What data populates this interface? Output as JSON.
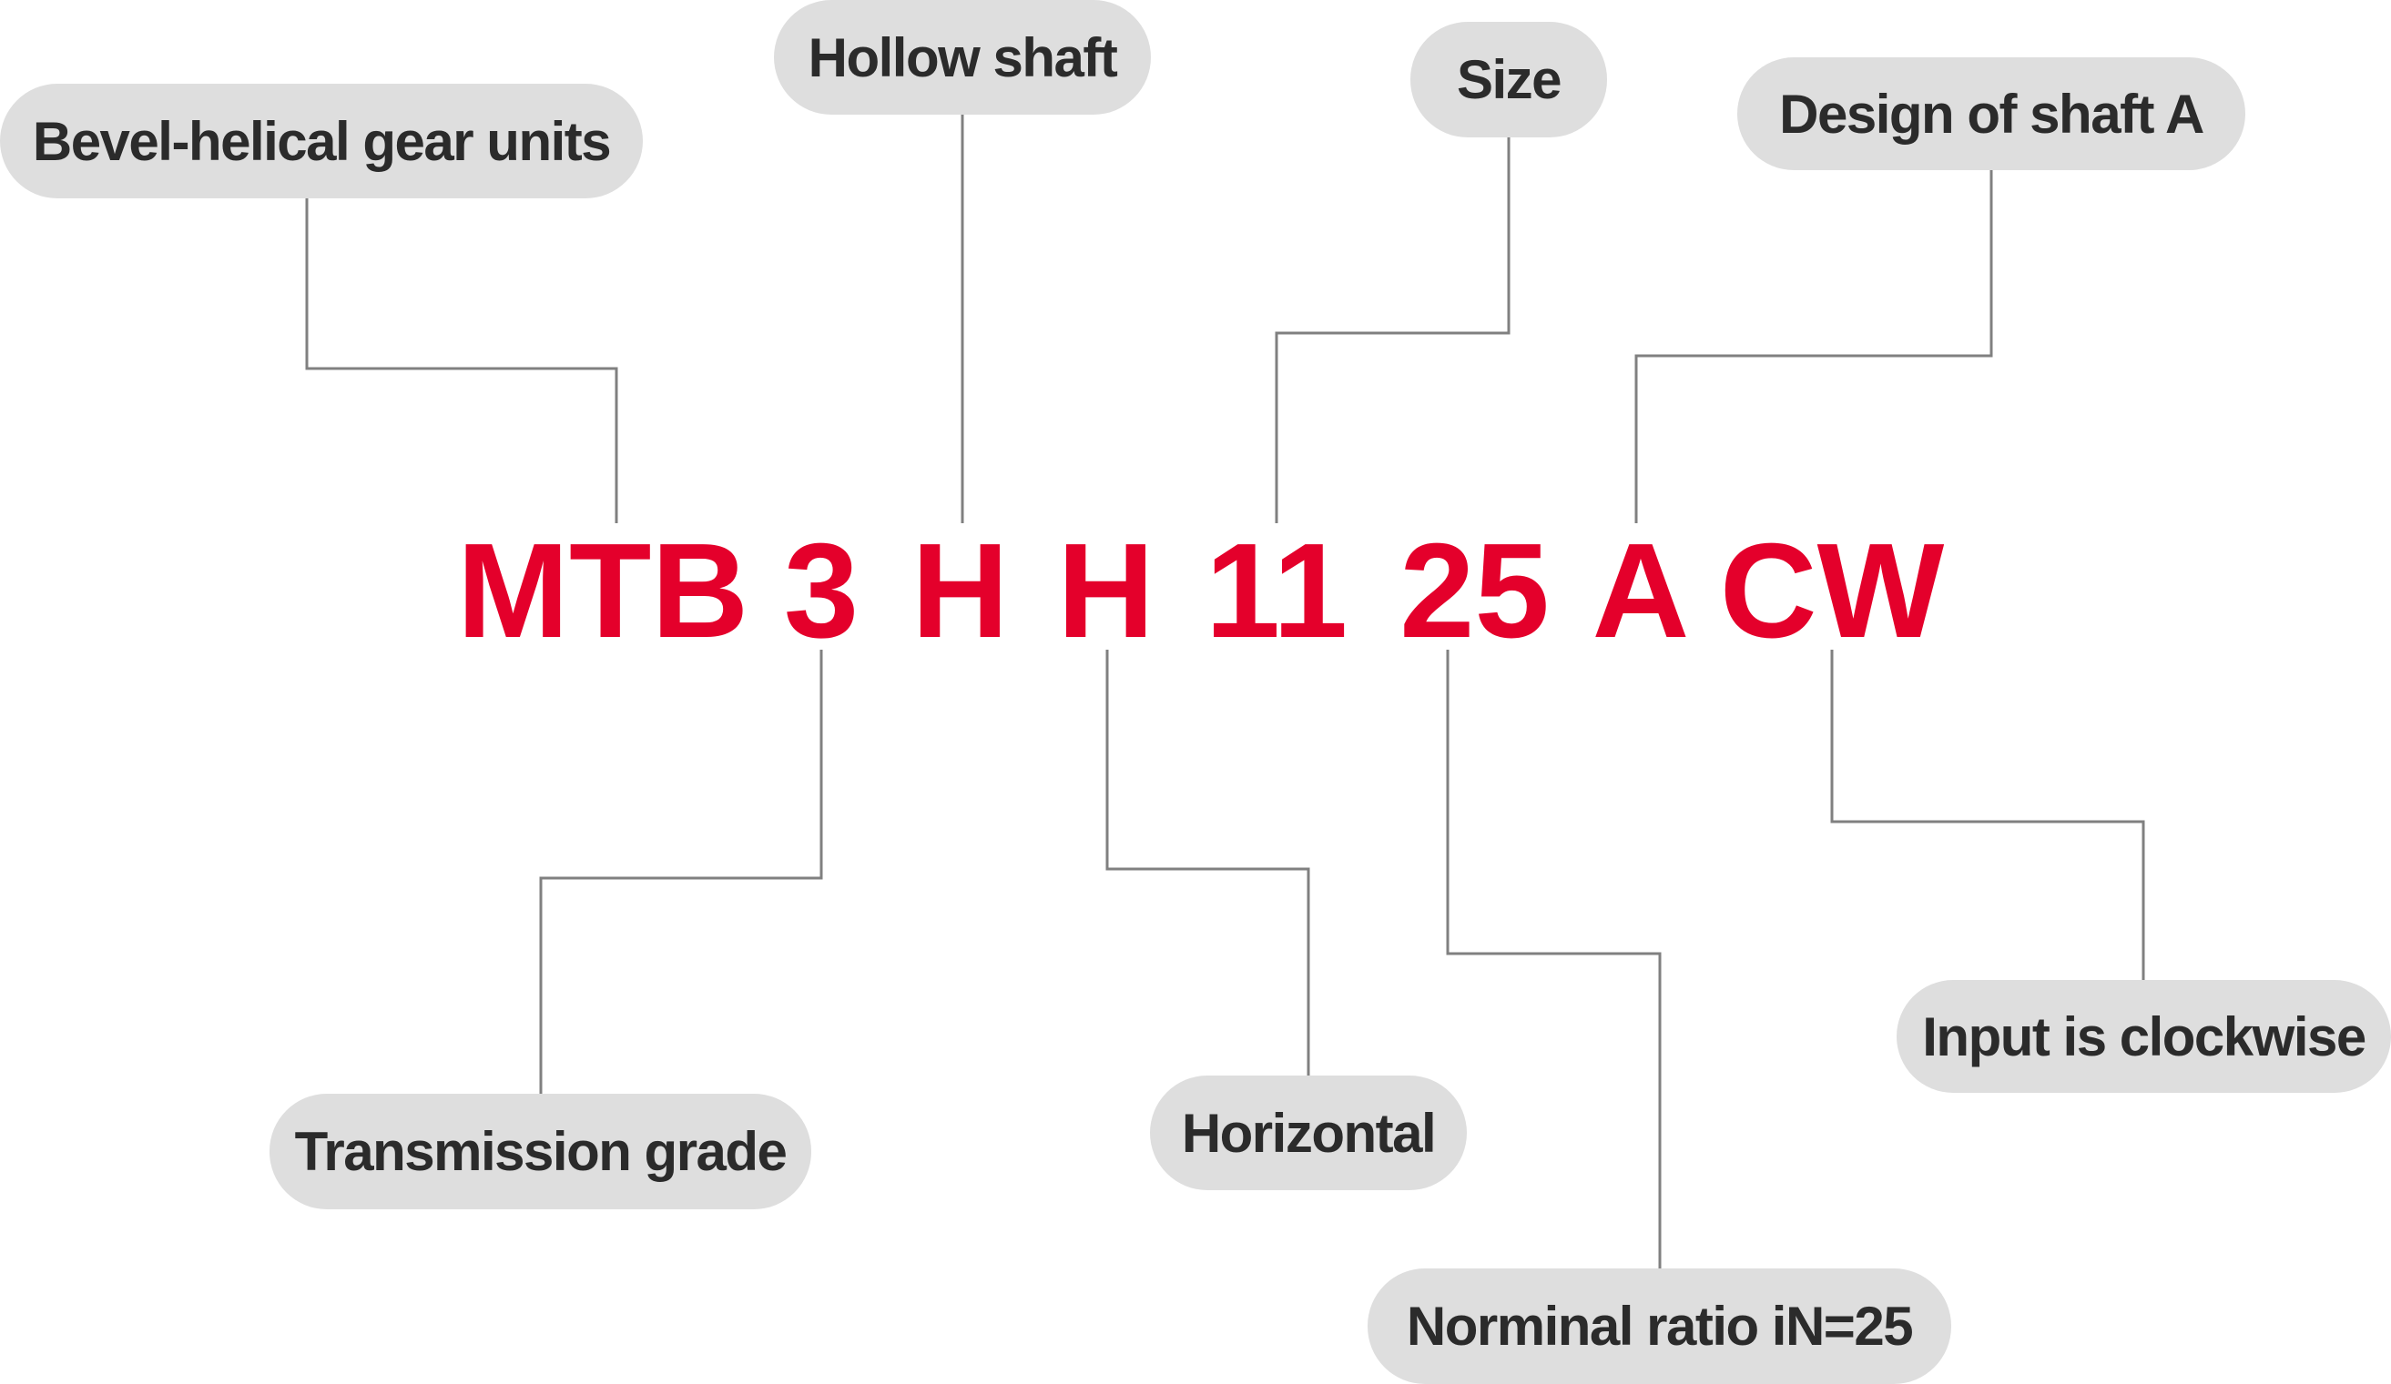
{
  "colors": {
    "code_text": "#e4002b",
    "label_text": "#2b2b2b",
    "pill_fill": "#dedede",
    "connector_line": "#808080"
  },
  "code": [
    {
      "id": "mtb",
      "text": "MTB"
    },
    {
      "id": "grade",
      "text": "3"
    },
    {
      "id": "shaft-type",
      "text": "H"
    },
    {
      "id": "mounting",
      "text": "H"
    },
    {
      "id": "size",
      "text": "11"
    },
    {
      "id": "ratio",
      "text": "25"
    },
    {
      "id": "shaft-design",
      "text": "A"
    },
    {
      "id": "rotation",
      "text": "CW"
    }
  ],
  "labels": [
    {
      "id": "bevel-helical",
      "text": "Bevel-helical gear units",
      "refers_to": "mtb"
    },
    {
      "id": "hollow-shaft",
      "text": "Hollow shaft",
      "refers_to": "shaft-type"
    },
    {
      "id": "size",
      "text": "Size",
      "refers_to": "size"
    },
    {
      "id": "design-shaft-a",
      "text": "Design of shaft A",
      "refers_to": "shaft-design"
    },
    {
      "id": "transmission-grade",
      "text": "Transmission grade",
      "refers_to": "grade"
    },
    {
      "id": "horizontal",
      "text": "Horizontal",
      "refers_to": "mounting"
    },
    {
      "id": "norminal-ratio",
      "text": "Norminal ratio iN=25",
      "refers_to": "ratio"
    },
    {
      "id": "input-clockwise",
      "text": "Input is clockwise",
      "refers_to": "rotation"
    }
  ]
}
